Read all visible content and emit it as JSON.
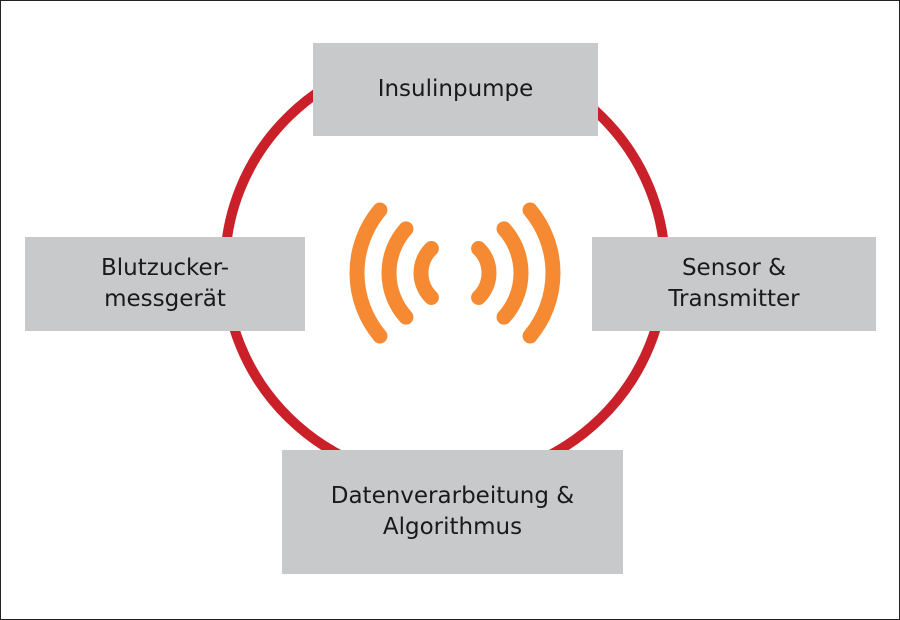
{
  "colors": {
    "ring": "#c9202a",
    "signal": "#f58a33",
    "box": "#c8c9ca",
    "text": "#1a1a1a"
  },
  "nodes": {
    "top": {
      "lines": [
        "Insulinpumpe"
      ]
    },
    "left": {
      "lines": [
        "Blutzucker-",
        "messgerät"
      ]
    },
    "right": {
      "lines": [
        "Sensor &",
        "Transmitter"
      ]
    },
    "bottom": {
      "lines": [
        "Datenverarbeitung &",
        "Algorithmus"
      ]
    }
  },
  "center_icon": "wireless-signal-icon"
}
